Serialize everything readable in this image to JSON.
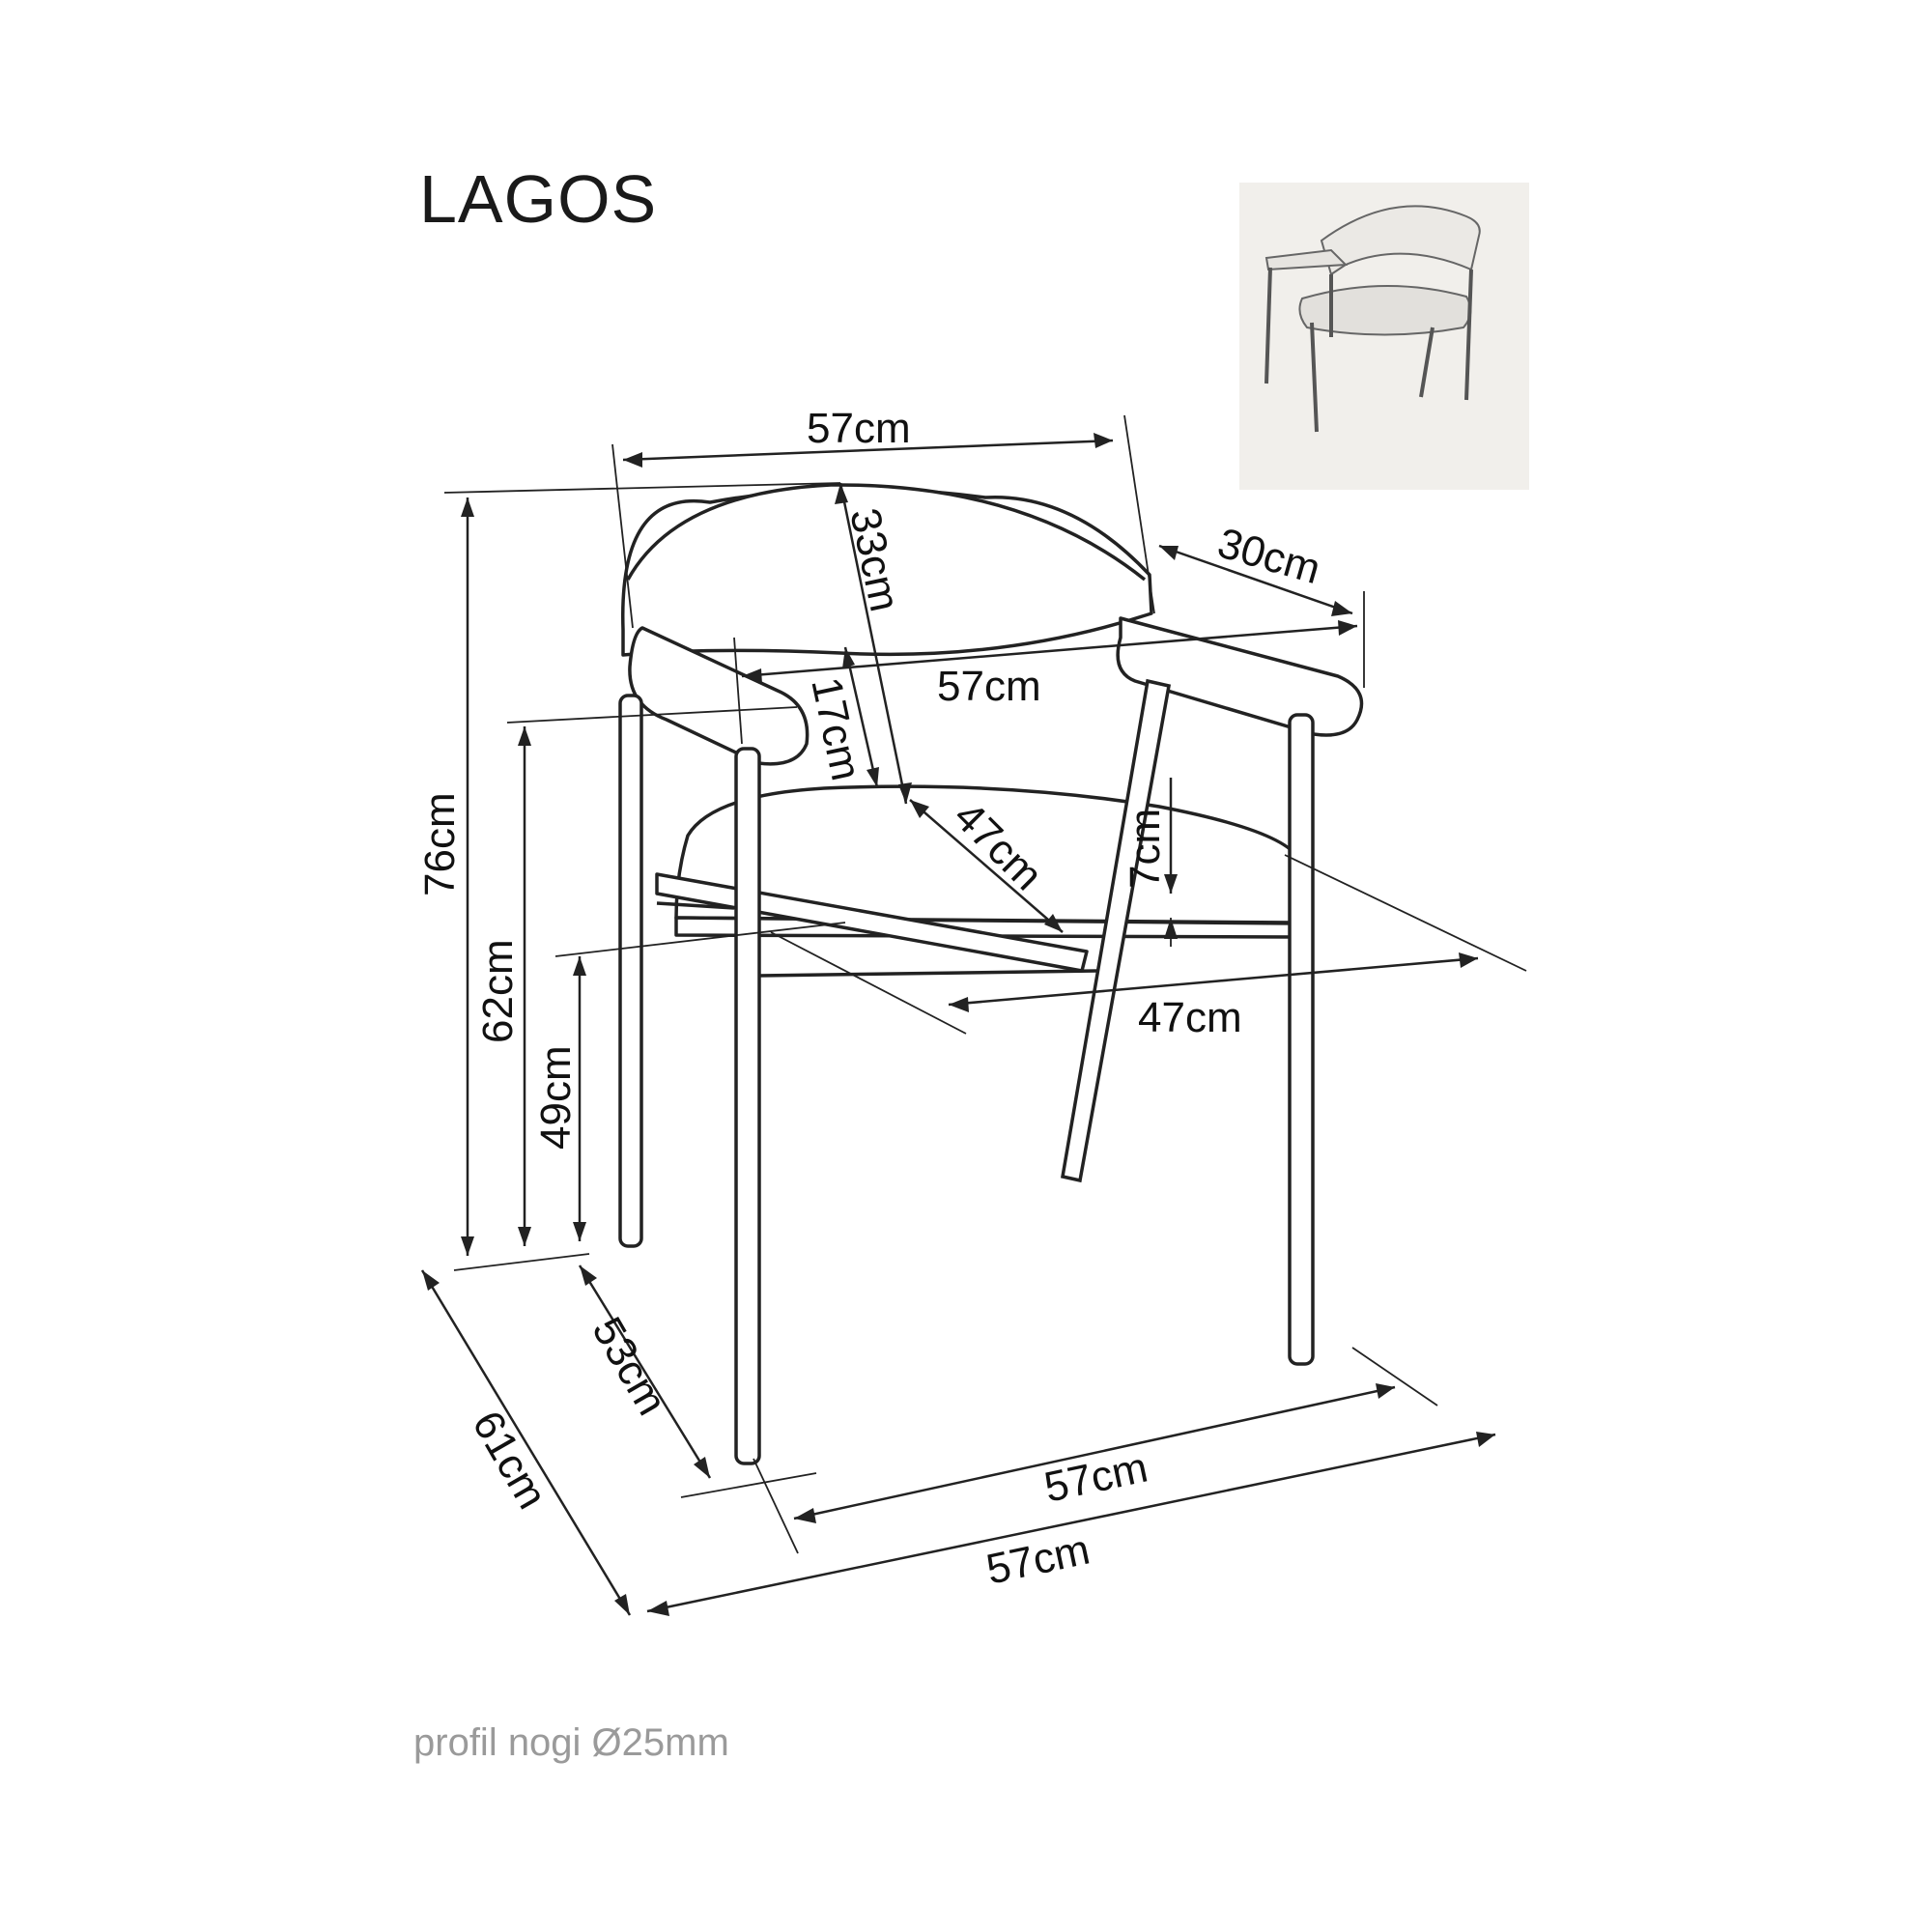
{
  "product": {
    "name": "LAGOS",
    "note": "profil nogi Ø25mm",
    "thumbnail_icon": "chair-photo-thumbnail"
  },
  "dimensions": {
    "backrest_width": "57cm",
    "backrest_height": "33cm",
    "armrest_depth": "30cm",
    "inner_width": "57cm",
    "arm_to_seat": "17cm",
    "seat_depth": "47cm",
    "seat_thickness": "7cm",
    "seat_width": "47cm",
    "total_height": "76cm",
    "armrest_height": "62cm",
    "seat_height": "49cm",
    "legs_depth": "53cm",
    "total_depth": "61cm",
    "legs_width": "57cm",
    "total_width": "57cm"
  },
  "colors": {
    "line": "#222222",
    "note_text": "#9a9a9a",
    "thumbnail_bg": "#f1efeb"
  }
}
